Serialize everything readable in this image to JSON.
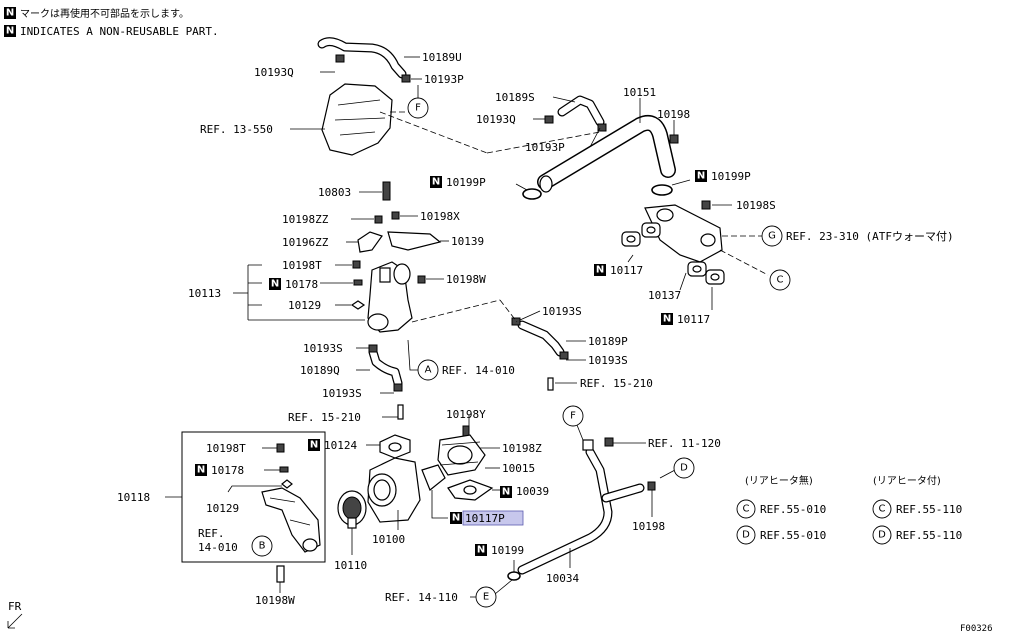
{
  "legend": {
    "marker": "N",
    "jp_note": "マークは再使用不可部品を示します。",
    "en_note": "INDICATES A NON-REUSABLE PART."
  },
  "labels": {
    "p10189U": "10189U",
    "p10193Q_top": "10193Q",
    "p10193P_top": "10193P",
    "ref13550": "REF. 13-550",
    "p10189S": "10189S",
    "p10193Q_mid": "10193Q",
    "p10193P_mid": "10193P",
    "p10151": "10151",
    "p10198": "10198",
    "p10199P_left": "10199P",
    "p10199P_right": "10199P",
    "p10198S": "10198S",
    "ref23310": "REF. 23-310 (ATFウォーマ付)",
    "p10117_a": "10117",
    "p10137": "10137",
    "p10117_b": "10117",
    "p10803": "10803",
    "p10198ZZ": "10198ZZ",
    "p10198X": "10198X",
    "p10196ZZ": "10196ZZ",
    "p10139": "10139",
    "p10198T_top": "10198T",
    "p10113": "10113",
    "p10178_top": "10178",
    "p10198W_top": "10198W",
    "p10129_top": "10129",
    "p10193S_right": "10193S",
    "p10189P": "10189P",
    "p10193S_mid": "10193S",
    "p10193S_left": "10193S",
    "p10189Q": "10189Q",
    "ref14010_top": "REF. 14-010",
    "ref15210_right": "REF. 15-210",
    "p10193S_lower": "10193S",
    "ref15210_left": "REF. 15-210",
    "p10198Y": "10198Y",
    "p10124": "10124",
    "p10198Z": "10198Z",
    "p10015": "10015",
    "p10039": "10039",
    "p10117P": "10117P",
    "p10100": "10100",
    "p10110": "10110",
    "p10198T_box": "10198T",
    "p10178_box": "10178",
    "p10118": "10118",
    "p10129_box": "10129",
    "ref14010_box_1": "REF.",
    "ref14010_box_2": "14-010",
    "p10198W_bottom": "10198W",
    "ref11120": "REF. 11-120",
    "p10198_bottom": "10198",
    "p10199": "10199",
    "p10034": "10034",
    "ref14110": "REF. 14-110",
    "fr": "FR",
    "figure_code": "F00326"
  },
  "circle_refs": {
    "F": "F",
    "G": "G",
    "C": "C",
    "A": "A",
    "D": "D",
    "B": "B",
    "E": "E"
  },
  "ref_table": {
    "col1_header": "(リアヒータ無)",
    "col2_header": "(リアヒータ付)",
    "rows": [
      {
        "key": "C",
        "col1": "REF.55-010",
        "col2": "REF.55-110"
      },
      {
        "key": "D",
        "col1": "REF.55-010",
        "col2": "REF.55-110"
      }
    ]
  },
  "colors": {
    "line": "#000000",
    "highlight": "#c7c7ec",
    "highlight_border": "#5b5bb0"
  }
}
